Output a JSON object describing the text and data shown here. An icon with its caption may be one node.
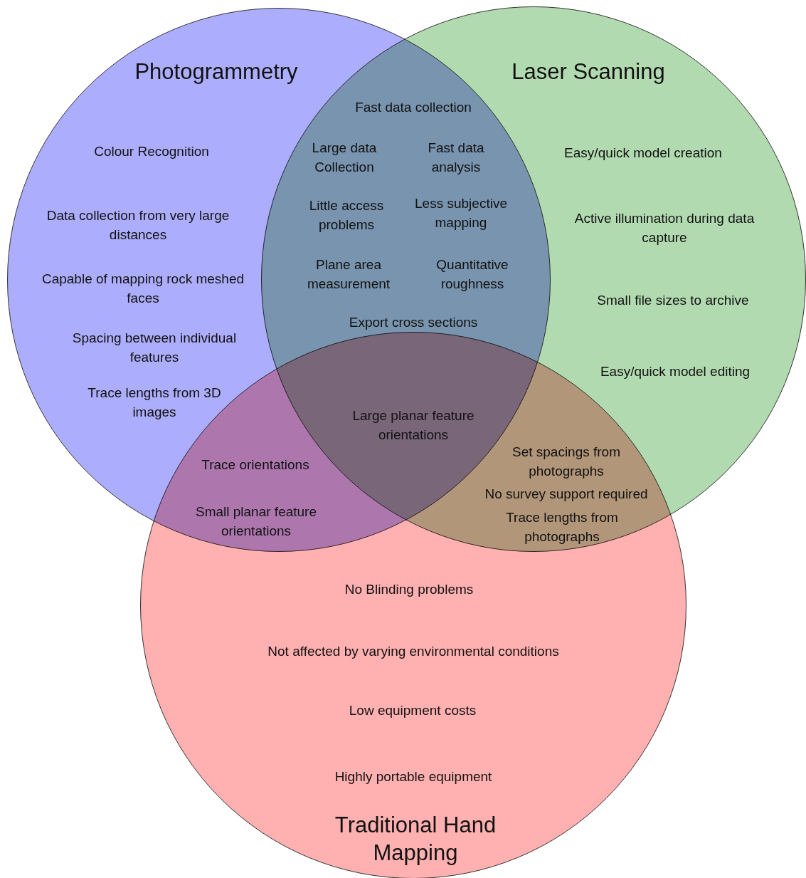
{
  "diagram": {
    "nodes": [
      {
        "text": [
          "Photogrammetry",
          "Colour Recognition",
          "Data collection from very large distances",
          "Capable of mapping rock meshed faces",
          "Spacing between individual features",
          "Trace lengths from 3D images"
        ]
      },
      {
        "text": [
          "Laser Scanning",
          "Easy/quick model creation",
          "Active illumination during data capture",
          "Small file sizes to archive",
          "Easy/quick model editing"
        ]
      },
      {
        "text": [
          "No Blinding problems",
          "Not affected by varying environmental conditions",
          "Low equipment costs",
          "Highly portable equipment",
          "Traditional Hand Mapping"
        ]
      }
    ],
    "labels": [
      "Fast data collection",
      "Large data Collection",
      "Fast data analysis",
      "Little access problems",
      "Less subjective mapping",
      "Plane area measurement",
      "Quantitative roughness",
      "Export cross sections",
      "Large planar feature orientations",
      "Trace orientations",
      "Small planar feature orientations",
      "Set spacings from photographs",
      "No survey support required",
      "Trace lengths from photographs"
    ]
  }
}
